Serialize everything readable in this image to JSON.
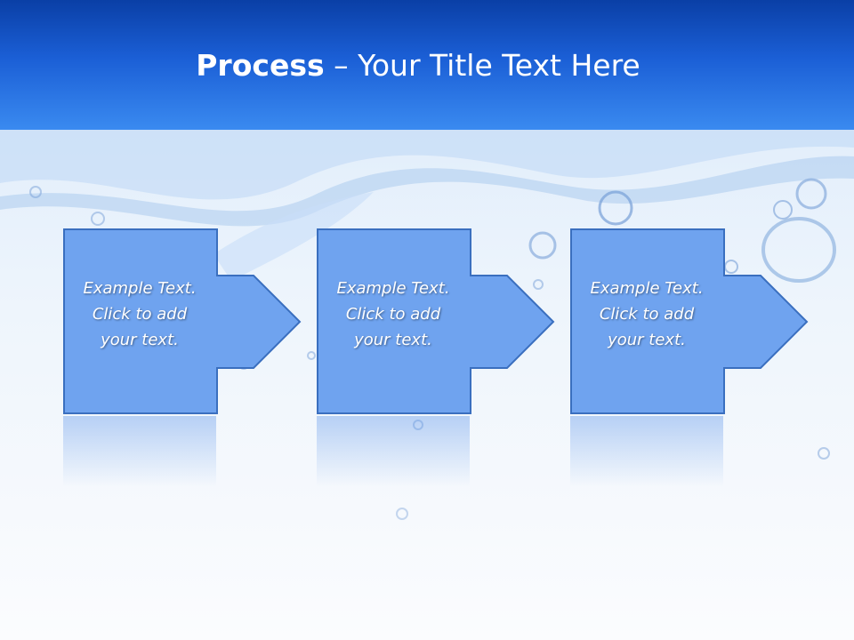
{
  "slide": {
    "title_bold": "Process",
    "title_rest": " – Your Title Text Here"
  },
  "steps": [
    {
      "line1": "Example Text.",
      "line2": "Click  to add",
      "line3": "your text."
    },
    {
      "line1": "Example Text.",
      "line2": "Click  to add",
      "line3": "your text."
    },
    {
      "line1": "Example Text.",
      "line2": "Click  to add",
      "line3": "your text."
    }
  ],
  "colors": {
    "header_top": "#0a3fa6",
    "header_bottom": "#3a8af0",
    "shape_fill": "#6fa3ef",
    "shape_stroke": "#3a6fbf"
  }
}
